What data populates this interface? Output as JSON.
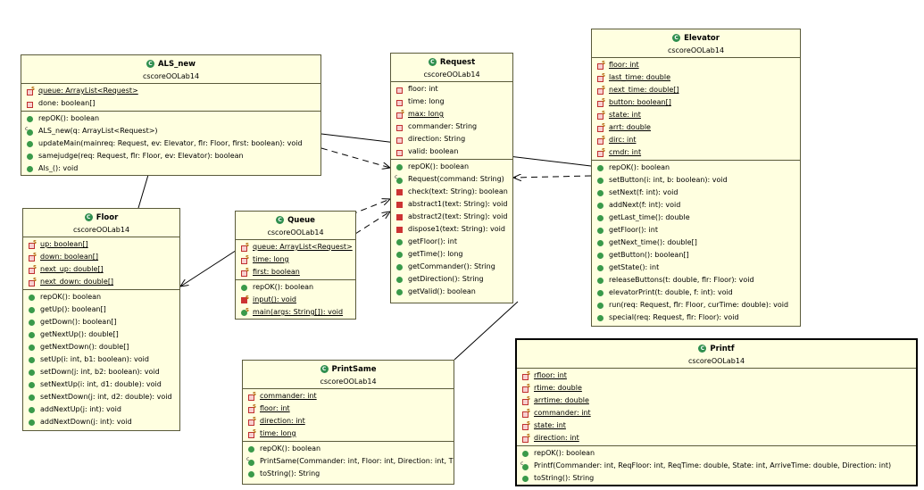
{
  "diagram": {
    "classes": [
      {
        "id": "als_new",
        "name": "ALS_new",
        "package": "cscoreOOLab14",
        "attributes": [
          {
            "text": "queue: ArrayList<Request>",
            "icon": "private-field-icon",
            "static": true,
            "underline": true
          },
          {
            "text": "done: boolean[]",
            "icon": "private-field-icon",
            "static": false,
            "underline": false
          }
        ],
        "methods": [
          {
            "text": "repOK(): boolean",
            "icon": "public-method-icon",
            "static": false,
            "underline": false
          },
          {
            "text": "ALS_new(q: ArrayList<Request>)",
            "icon": "constructor-icon",
            "static": false,
            "underline": false
          },
          {
            "text": "updateMain(mainreq: Request, ev: Elevator, flr: Floor, first: boolean): void",
            "icon": "public-method-icon",
            "static": false,
            "underline": false
          },
          {
            "text": "samejudge(req: Request, flr: Floor, ev: Elevator): boolean",
            "icon": "public-method-icon",
            "static": false,
            "underline": false
          },
          {
            "text": "Als_(): void",
            "icon": "public-method-icon",
            "static": false,
            "underline": false
          }
        ]
      },
      {
        "id": "floor",
        "name": "Floor",
        "package": "cscoreOOLab14",
        "attributes": [
          {
            "text": "up: boolean[]",
            "icon": "private-field-icon",
            "static": true,
            "underline": true
          },
          {
            "text": "down: boolean[]",
            "icon": "private-field-icon",
            "static": true,
            "underline": true
          },
          {
            "text": "next_up: double[]",
            "icon": "private-field-icon",
            "static": true,
            "underline": true
          },
          {
            "text": "next_down: double[]",
            "icon": "private-field-icon",
            "static": true,
            "underline": true
          }
        ],
        "methods": [
          {
            "text": "repOK(): boolean",
            "icon": "public-method-icon",
            "static": false,
            "underline": false
          },
          {
            "text": "getUp(): boolean[]",
            "icon": "public-method-icon",
            "static": false,
            "underline": false
          },
          {
            "text": "getDown(): boolean[]",
            "icon": "public-method-icon",
            "static": false,
            "underline": false
          },
          {
            "text": "getNextUp(): double[]",
            "icon": "public-method-icon",
            "static": false,
            "underline": false
          },
          {
            "text": "getNextDown(): double[]",
            "icon": "public-method-icon",
            "static": false,
            "underline": false
          },
          {
            "text": "setUp(i: int, b1: boolean): void",
            "icon": "public-method-icon",
            "static": false,
            "underline": false
          },
          {
            "text": "setDown(j: int, b2: boolean): void",
            "icon": "public-method-icon",
            "static": false,
            "underline": false
          },
          {
            "text": "setNextUp(i: int, d1: double): void",
            "icon": "public-method-icon",
            "static": false,
            "underline": false
          },
          {
            "text": "setNextDown(j: int, d2: double): void",
            "icon": "public-method-icon",
            "static": false,
            "underline": false
          },
          {
            "text": "addNextUp(j: int): void",
            "icon": "public-method-icon",
            "static": false,
            "underline": false
          },
          {
            "text": "addNextDown(j: int): void",
            "icon": "public-method-icon",
            "static": false,
            "underline": false
          }
        ]
      },
      {
        "id": "queue",
        "name": "Queue",
        "package": "cscoreOOLab14",
        "attributes": [
          {
            "text": "queue: ArrayList<Request>",
            "icon": "private-field-icon",
            "static": true,
            "underline": true
          },
          {
            "text": "time: long",
            "icon": "private-field-icon",
            "static": true,
            "underline": true
          },
          {
            "text": "first: boolean",
            "icon": "private-field-icon",
            "static": true,
            "underline": true
          }
        ],
        "methods": [
          {
            "text": "repOK(): boolean",
            "icon": "public-method-icon",
            "static": false,
            "underline": false
          },
          {
            "text": "input(): void",
            "icon": "private-method-icon",
            "static": true,
            "underline": true
          },
          {
            "text": "main(args: String[]): void",
            "icon": "public-method-icon",
            "static": true,
            "underline": true
          }
        ]
      },
      {
        "id": "request",
        "name": "Request",
        "package": "cscoreOOLab14",
        "attributes": [
          {
            "text": "floor: int",
            "icon": "private-field-icon",
            "static": false,
            "underline": false
          },
          {
            "text": "time: long",
            "icon": "private-field-icon",
            "static": false,
            "underline": false
          },
          {
            "text": "max: long",
            "icon": "private-field-icon",
            "static": true,
            "underline": true
          },
          {
            "text": "commander: String",
            "icon": "private-field-icon",
            "static": false,
            "underline": false
          },
          {
            "text": "direction: String",
            "icon": "private-field-icon",
            "static": false,
            "underline": false
          },
          {
            "text": "valid: boolean",
            "icon": "private-field-icon",
            "static": false,
            "underline": false
          }
        ],
        "methods": [
          {
            "text": "repOK(): boolean",
            "icon": "public-method-icon",
            "static": false,
            "underline": false
          },
          {
            "text": "Request(command: String)",
            "icon": "constructor-icon",
            "static": false,
            "underline": false
          },
          {
            "text": "check(text: String): boolean",
            "icon": "private-method-icon",
            "static": false,
            "underline": false
          },
          {
            "text": "abstract1(text: String): void",
            "icon": "private-method-icon",
            "static": false,
            "underline": false
          },
          {
            "text": "abstract2(text: String): void",
            "icon": "private-method-icon",
            "static": false,
            "underline": false
          },
          {
            "text": "dispose1(text: String): void",
            "icon": "private-method-icon",
            "static": false,
            "underline": false
          },
          {
            "text": "getFloor(): int",
            "icon": "public-method-icon",
            "static": false,
            "underline": false
          },
          {
            "text": "getTime(): long",
            "icon": "public-method-icon",
            "static": false,
            "underline": false
          },
          {
            "text": "getCommander(): String",
            "icon": "public-method-icon",
            "static": false,
            "underline": false
          },
          {
            "text": "getDirection(): String",
            "icon": "public-method-icon",
            "static": false,
            "underline": false
          },
          {
            "text": "getValid(): boolean",
            "icon": "public-method-icon",
            "static": false,
            "underline": false
          }
        ]
      },
      {
        "id": "elevator",
        "name": "Elevator",
        "package": "cscoreOOLab14",
        "attributes": [
          {
            "text": "floor: int",
            "icon": "private-field-icon",
            "static": true,
            "underline": true
          },
          {
            "text": "last_time: double",
            "icon": "private-field-icon",
            "static": true,
            "underline": true
          },
          {
            "text": "next_time: double[]",
            "icon": "private-field-icon",
            "static": true,
            "underline": true
          },
          {
            "text": "button: boolean[]",
            "icon": "private-field-icon",
            "static": true,
            "underline": true
          },
          {
            "text": "state: int",
            "icon": "private-field-icon",
            "static": true,
            "underline": true
          },
          {
            "text": "arrt: double",
            "icon": "private-field-icon",
            "static": true,
            "underline": true
          },
          {
            "text": "dirc: int",
            "icon": "private-field-icon",
            "static": true,
            "underline": true
          },
          {
            "text": "cmdr: int",
            "icon": "private-field-icon",
            "static": true,
            "underline": true
          }
        ],
        "methods": [
          {
            "text": "repOK(): boolean",
            "icon": "public-method-icon",
            "static": false,
            "underline": false
          },
          {
            "text": "setButton(i: int, b: boolean): void",
            "icon": "public-method-icon",
            "static": false,
            "underline": false
          },
          {
            "text": "setNext(f: int): void",
            "icon": "public-method-icon",
            "static": false,
            "underline": false
          },
          {
            "text": "addNext(f: int): void",
            "icon": "public-method-icon",
            "static": false,
            "underline": false
          },
          {
            "text": "getLast_time(): double",
            "icon": "public-method-icon",
            "static": false,
            "underline": false
          },
          {
            "text": "getFloor(): int",
            "icon": "public-method-icon",
            "static": false,
            "underline": false
          },
          {
            "text": "getNext_time(): double[]",
            "icon": "public-method-icon",
            "static": false,
            "underline": false
          },
          {
            "text": "getButton(): boolean[]",
            "icon": "public-method-icon",
            "static": false,
            "underline": false
          },
          {
            "text": "getState(): int",
            "icon": "public-method-icon",
            "static": false,
            "underline": false
          },
          {
            "text": "releaseButtons(t: double, flr: Floor): void",
            "icon": "public-method-icon",
            "static": false,
            "underline": false
          },
          {
            "text": "elevatorPrint(t: double, f: int): void",
            "icon": "public-method-icon",
            "static": false,
            "underline": false
          },
          {
            "text": "run(req: Request, flr: Floor, curTime: double): void",
            "icon": "public-method-icon",
            "static": false,
            "underline": false
          },
          {
            "text": "special(req: Request, flr: Floor): void",
            "icon": "public-method-icon",
            "static": false,
            "underline": false
          }
        ]
      },
      {
        "id": "printsame",
        "name": "PrintSame",
        "package": "cscoreOOLab14",
        "attributes": [
          {
            "text": "commander: int",
            "icon": "private-field-icon",
            "static": true,
            "underline": true
          },
          {
            "text": "floor: int",
            "icon": "private-field-icon",
            "static": true,
            "underline": true
          },
          {
            "text": "direction: int",
            "icon": "private-field-icon",
            "static": true,
            "underline": true
          },
          {
            "text": "time: long",
            "icon": "private-field-icon",
            "static": true,
            "underline": true
          }
        ],
        "methods": [
          {
            "text": "repOK(): boolean",
            "icon": "public-method-icon",
            "static": false,
            "underline": false
          },
          {
            "text": "PrintSame(Commander: int, Floor: int, Direction: int, Time: long)",
            "icon": "constructor-icon",
            "static": false,
            "underline": false
          },
          {
            "text": "toString(): String",
            "icon": "public-method-icon",
            "static": false,
            "underline": false
          }
        ]
      },
      {
        "id": "printf",
        "name": "Printf",
        "package": "cscoreOOLab14",
        "attributes": [
          {
            "text": "rfloor: int",
            "icon": "private-field-icon",
            "static": true,
            "underline": true
          },
          {
            "text": "rtime: double",
            "icon": "private-field-icon",
            "static": true,
            "underline": true
          },
          {
            "text": "arrtime: double",
            "icon": "private-field-icon",
            "static": true,
            "underline": true
          },
          {
            "text": "commander: int",
            "icon": "private-field-icon",
            "static": true,
            "underline": true
          },
          {
            "text": "state: int",
            "icon": "private-field-icon",
            "static": true,
            "underline": true
          },
          {
            "text": "direction: int",
            "icon": "private-field-icon",
            "static": true,
            "underline": true
          }
        ],
        "methods": [
          {
            "text": "repOK(): boolean",
            "icon": "public-method-icon",
            "static": false,
            "underline": false
          },
          {
            "text": "Printf(Commander: int, ReqFloor: int, ReqTime: double, State: int, ArriveTime: double, Direction: int)",
            "icon": "constructor-icon",
            "static": false,
            "underline": false
          },
          {
            "text": "toString(): String",
            "icon": "public-method-icon",
            "static": false,
            "underline": false
          }
        ]
      }
    ],
    "colors": {
      "class_fill": "#ffffe0",
      "border": "#5a5a3a",
      "connector": "#000000"
    }
  }
}
